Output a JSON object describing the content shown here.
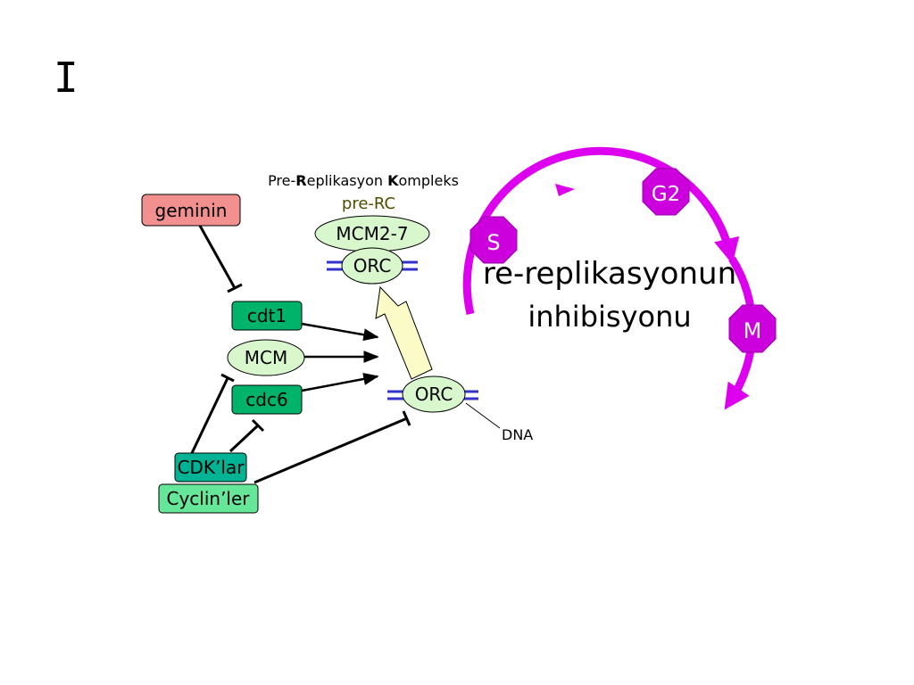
{
  "slide_title": "I",
  "header": {
    "line_pre": "Pre-",
    "line_R": "R",
    "line_eplikasyon": "eplikasyon ",
    "line_K": "K",
    "line_ompleks": "ompleks",
    "abbr": "pre-RC"
  },
  "nodes": {
    "geminin": "geminin",
    "cdt1": "cdt1",
    "mcm": "MCM",
    "cdc6": "cdc6",
    "cdks": "CDK’lar",
    "cyclins": "Cyclin’ler",
    "mcm27": "MCM2-7",
    "orc_top": "ORC",
    "orc_bottom": "ORC",
    "dna": "DNA"
  },
  "cycle": {
    "s": "S",
    "g2": "G2",
    "m": "M",
    "text_line1": "re-replikasyonun",
    "text_line2": "inhibisyonu"
  },
  "colors": {
    "geminin": "#f29090",
    "cdt1": "#00b36b",
    "cdc6": "#00b36b",
    "cdks": "#00b394",
    "cyclins": "#66e699",
    "oval": "#d9f7cc",
    "arrow_fill": "#fbfbc8",
    "dna_bars": "#3333cc",
    "cycle": "#dd00ee"
  }
}
